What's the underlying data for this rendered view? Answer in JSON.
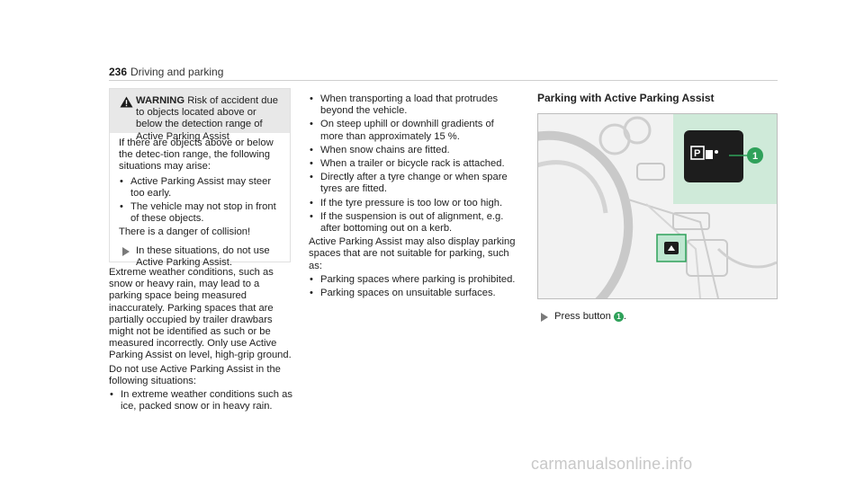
{
  "header": {
    "page_number": "236",
    "title": "Driving and parking"
  },
  "warning": {
    "label": "WARNING",
    "title": "Risk of accident due to objects located above or below the detection range of Active Parking Assist",
    "intro": "If there are objects above or below the detec-tion range, the following situations may arise:",
    "items": [
      "Active Parking Assist may steer too early.",
      "The vehicle may not stop in front of these objects."
    ],
    "danger": "There is a danger of collision!",
    "action": "In these situations, do not use Active Parking Assist."
  },
  "col1": {
    "para1": "Extreme weather conditions, such as snow or heavy rain, may lead to a parking space being measured inaccurately. Parking spaces that are partially occupied by trailer drawbars might not be identified as such or be measured incorrectly. Only use Active Parking Assist on level, high-grip ground.",
    "para2": "Do not use Active Parking Assist in the following situations:",
    "items": [
      "In extreme weather conditions such as ice, packed snow or in heavy rain."
    ]
  },
  "col2": {
    "items": [
      "When transporting a load that protrudes beyond the vehicle.",
      "On steep uphill or downhill gradients of more than approximately 15 %.",
      "When snow chains are fitted.",
      "When a trailer or bicycle rack is attached.",
      "Directly after a tyre change or when spare tyres are fitted.",
      "If the tyre pressure is too low or too high.",
      "If the suspension is out of alignment, e.g. after bottoming out on a kerb."
    ],
    "para": "Active Parking Assist may also display parking spaces that are not suitable for parking, such as:",
    "items2": [
      "Parking spaces where parking is prohibited.",
      "Parking spaces on unsuitable surfaces."
    ]
  },
  "col3": {
    "heading": "Parking with Active Parking Assist",
    "figure_callout": "1",
    "action_text": "Press button",
    "action_callout": "1",
    "action_end": "."
  },
  "watermark": "carmanualsonline.info",
  "colors": {
    "callout_green": "#2fa15a",
    "highlight_green": "#bfe7d1"
  }
}
